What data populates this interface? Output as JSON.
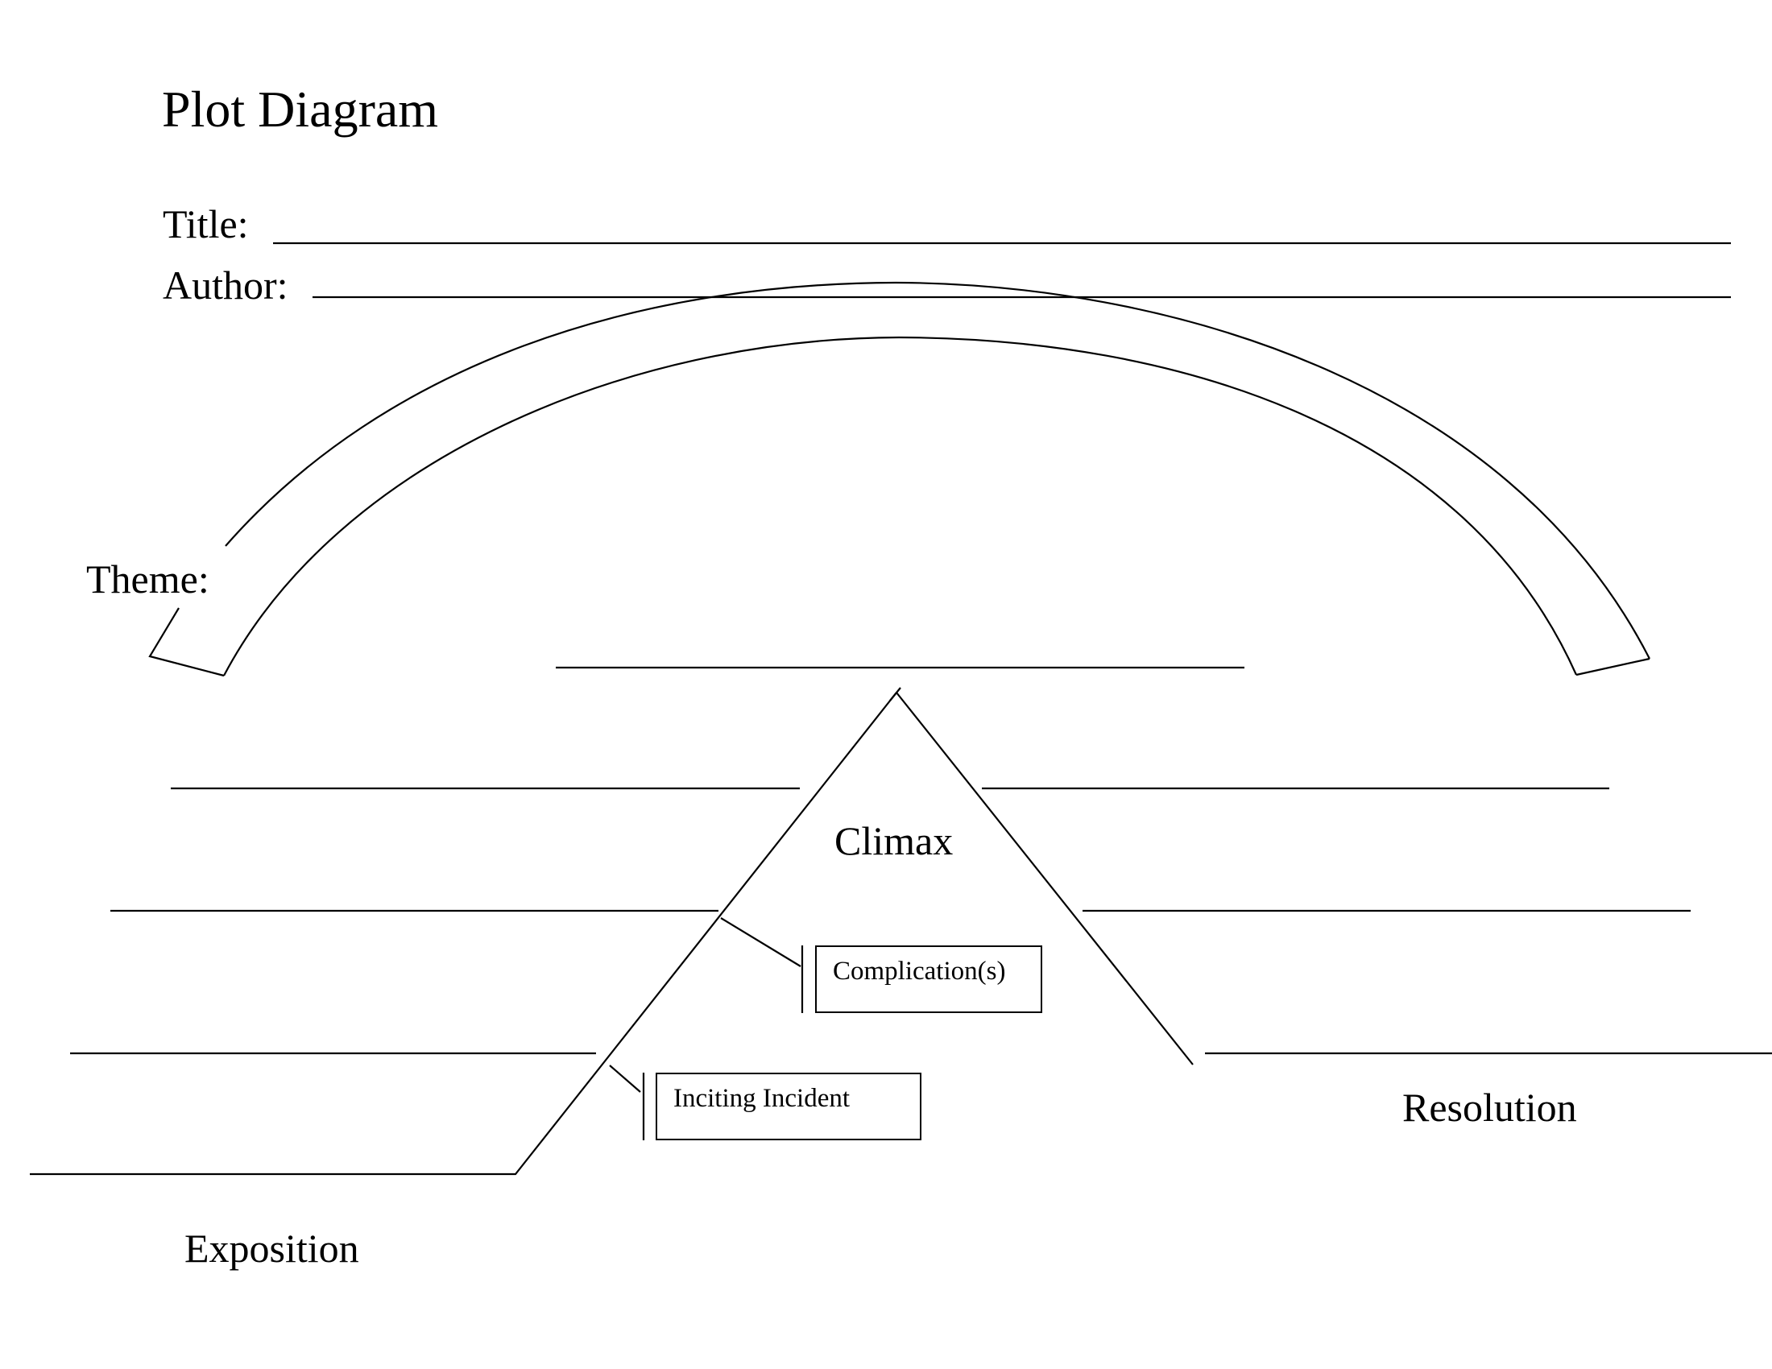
{
  "worksheet": {
    "heading": "Plot Diagram",
    "title_label": "Title:",
    "author_label": "Author:",
    "theme_label": "Theme:"
  },
  "plot_stages": {
    "climax": "Climax",
    "complications": "Complication(s)",
    "inciting_incident": "Inciting Incident",
    "resolution": "Resolution",
    "exposition": "Exposition"
  }
}
